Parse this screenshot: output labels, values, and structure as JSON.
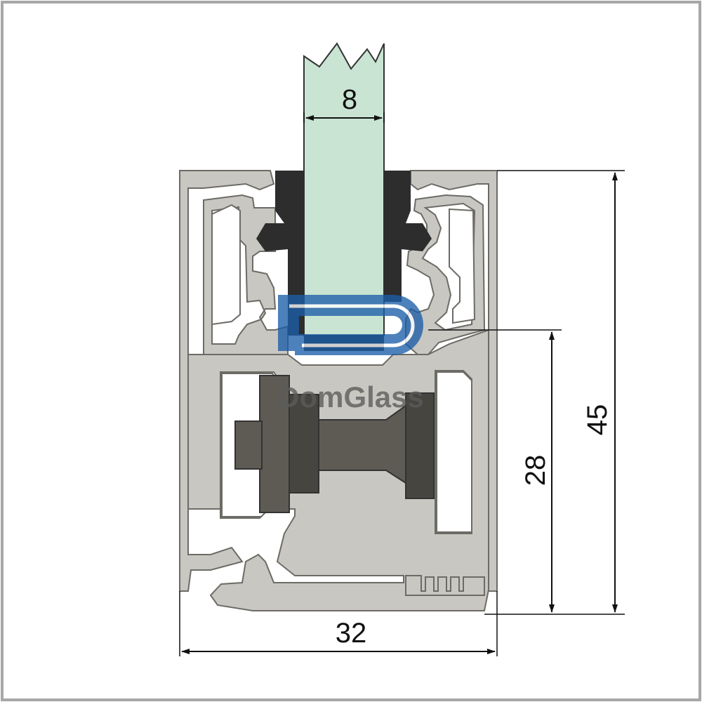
{
  "dimensions": {
    "glass_thickness": "8",
    "profile_width": "32",
    "profile_height": "45",
    "inner_height": "28"
  },
  "watermark": {
    "brand": "DomGlass"
  },
  "colors": {
    "frame": "#a7a7a7",
    "profile_fill": "#c9c7c2",
    "profile_stroke": "#6d6b66",
    "glass_fill": "#c9e4d3",
    "gasket": "#2d2d2d",
    "bolt": "#5e5b55",
    "bolt_dark": "#474540",
    "dimension_line": "#111111",
    "watermark_blue": "#1c5ea8"
  }
}
